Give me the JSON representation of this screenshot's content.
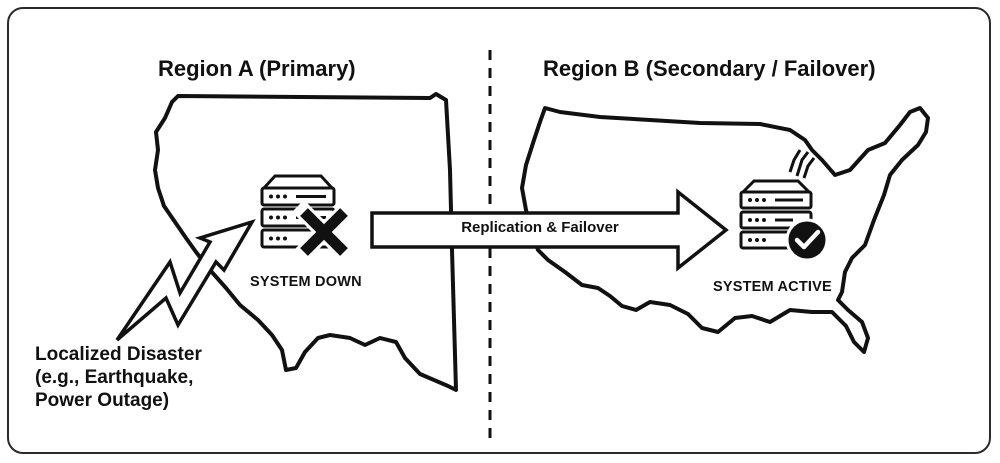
{
  "regions": {
    "primary": {
      "title": "Region A (Primary)",
      "status": "SYSTEM DOWN"
    },
    "failover": {
      "title": "Region B (Secondary / Failover)",
      "status": "SYSTEM ACTIVE"
    }
  },
  "replication": {
    "label": "Replication & Failover"
  },
  "disaster": {
    "lines": [
      "Localized Disaster",
      "(e.g., Earthquake,",
      "Power Outage)"
    ]
  },
  "icons": {
    "primary_server": "server-icon",
    "down_mark": "x-mark-icon",
    "failover_server": "server-icon",
    "active_mark": "check-circle-icon",
    "disaster_symbol": "lightning-bolt-icon",
    "replication_arrow": "right-arrow-icon"
  },
  "colors": {
    "stroke": "#111111",
    "background": "#ffffff"
  }
}
